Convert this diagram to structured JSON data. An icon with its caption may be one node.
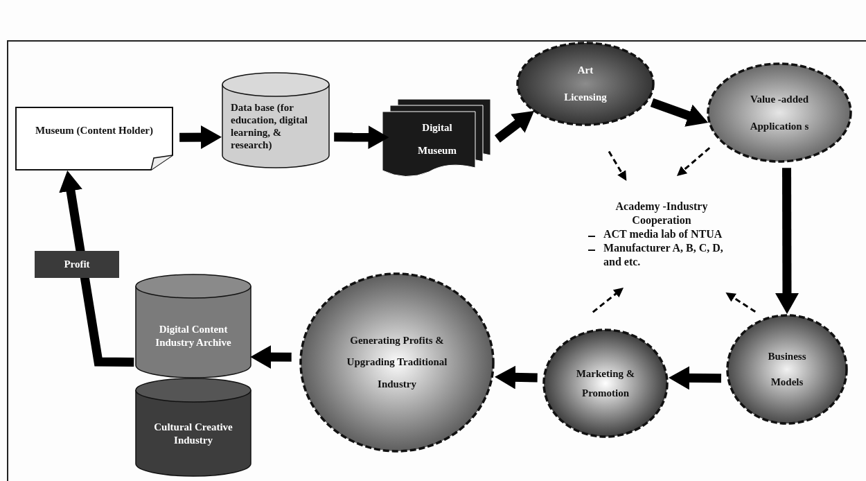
{
  "diagram": {
    "nodes": [
      {
        "text": [
          "Museum (Content Holder)"
        ]
      },
      {
        "text": [
          "Data base (for education, digital learning, & research)"
        ]
      },
      {
        "text": [
          "Digital Museum"
        ]
      },
      {
        "text": [
          "Art Licensing"
        ]
      },
      {
        "text": [
          "Value -added Application s"
        ]
      },
      {
        "text": [
          "Academy -Industry Cooperation",
          "ACT media lab of NTUA",
          "Manufacturer A, B, C, D, and etc."
        ]
      },
      {
        "text": [
          "Business Models"
        ]
      },
      {
        "text": [
          "Marketing & Promotion"
        ]
      },
      {
        "text": [
          "Generating Profits & Upgrading Traditional Industry"
        ]
      },
      {
        "text": [
          "Digital Content Industry Archive"
        ]
      },
      {
        "text": [
          "Cultural Creative Industry"
        ]
      }
    ],
    "edges": [
      {
        "from": 0,
        "to": 1,
        "arrow": "to"
      },
      {
        "from": 1,
        "to": 2,
        "arrow": "to"
      },
      {
        "from": 2,
        "to": 3,
        "arrow": "to"
      },
      {
        "from": 3,
        "to": 4,
        "arrow": "to"
      },
      {
        "from": 4,
        "to": 6,
        "arrow": "to"
      },
      {
        "from": 6,
        "to": 7,
        "arrow": "to"
      },
      {
        "from": 7,
        "to": 8,
        "arrow": "to"
      },
      {
        "from": 8,
        "to": 9,
        "arrow": "to"
      },
      {
        "from": 9,
        "to": 0,
        "arrow": "to",
        "label": "Profit"
      },
      {
        "from": 3,
        "to": 5,
        "arrow": "to",
        "style": "dashed"
      },
      {
        "from": 4,
        "to": 5,
        "arrow": "to",
        "style": "dashed"
      },
      {
        "from": 7,
        "to": 5,
        "arrow": "to",
        "style": "dashed"
      },
      {
        "from": 6,
        "to": 5,
        "arrow": "to",
        "style": "dashed"
      }
    ]
  }
}
